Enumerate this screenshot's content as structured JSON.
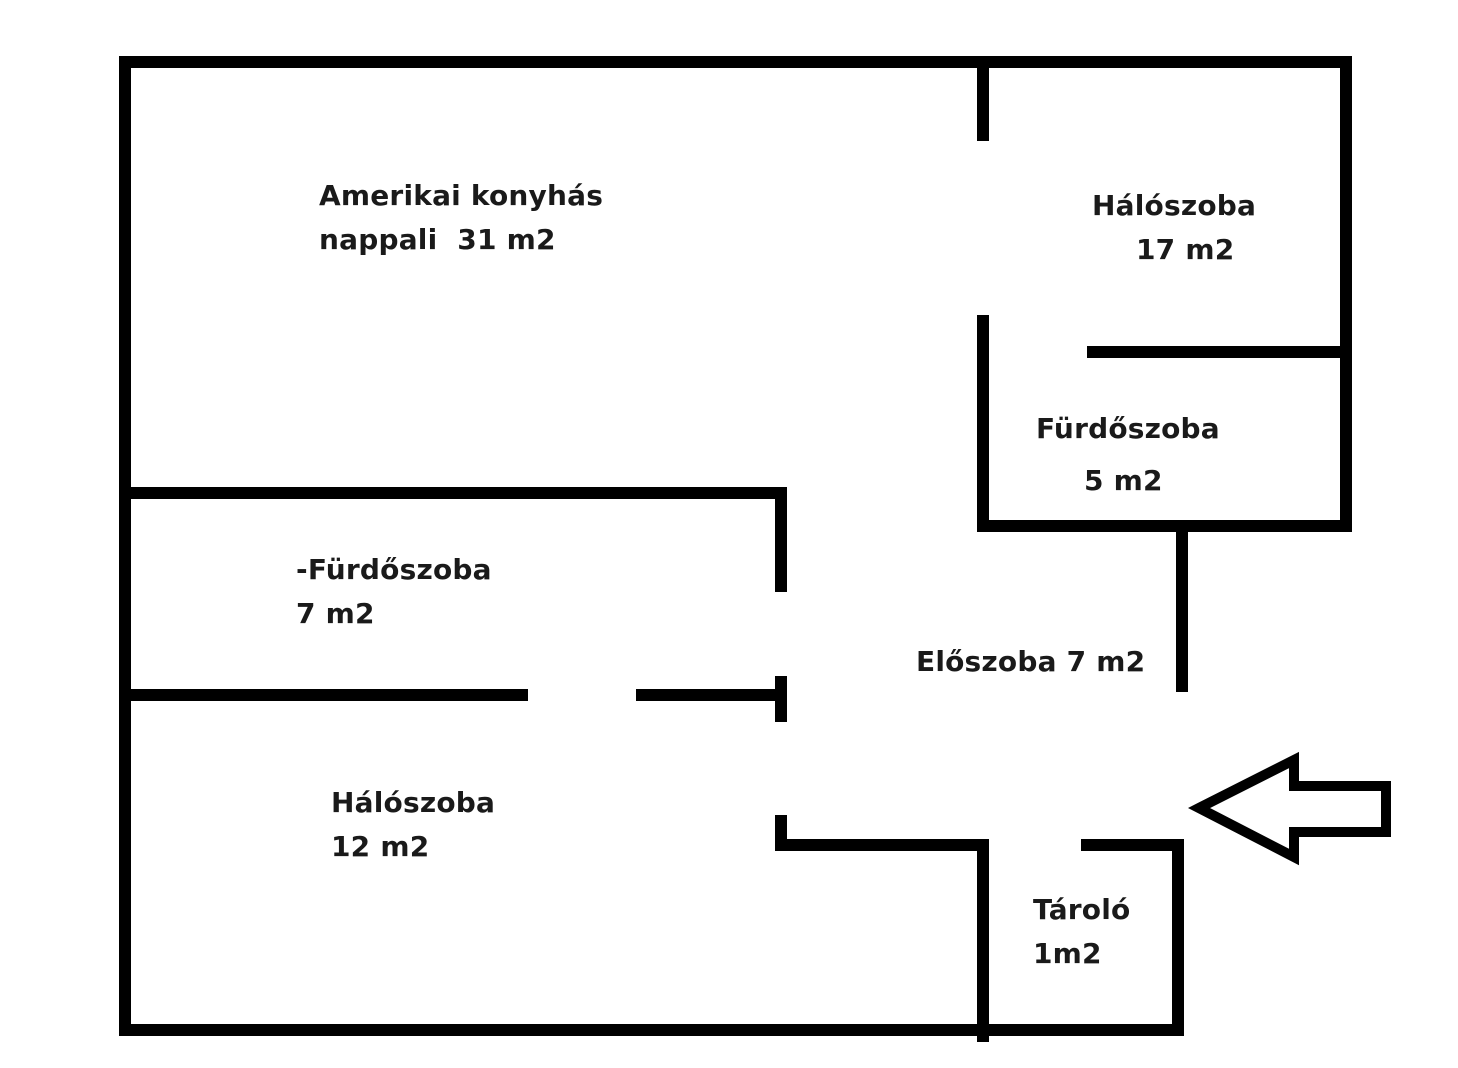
{
  "colors": {
    "wall": "#000000",
    "background": "#ffffff",
    "text": "#1a1a1a"
  },
  "rooms": {
    "living": {
      "line1": "Amerikai konyhás",
      "line2": "nappali  31 m2"
    },
    "bedroom_large": {
      "line1": "Hálószoba",
      "line2": "17 m2"
    },
    "bathroom_small": {
      "line1": "Fürdőszoba",
      "line2": "5 m2"
    },
    "bathroom_large": {
      "line1": "-Fürdőszoba",
      "line2": "7 m2"
    },
    "hallway": {
      "line1": "Előszoba 7 m2"
    },
    "bedroom_small": {
      "line1": "Hálószoba",
      "line2": "12 m2"
    },
    "storage": {
      "line1": "Tároló",
      "line2": "1m2"
    }
  },
  "entrance_arrow_icon": "arrow-left-outline"
}
